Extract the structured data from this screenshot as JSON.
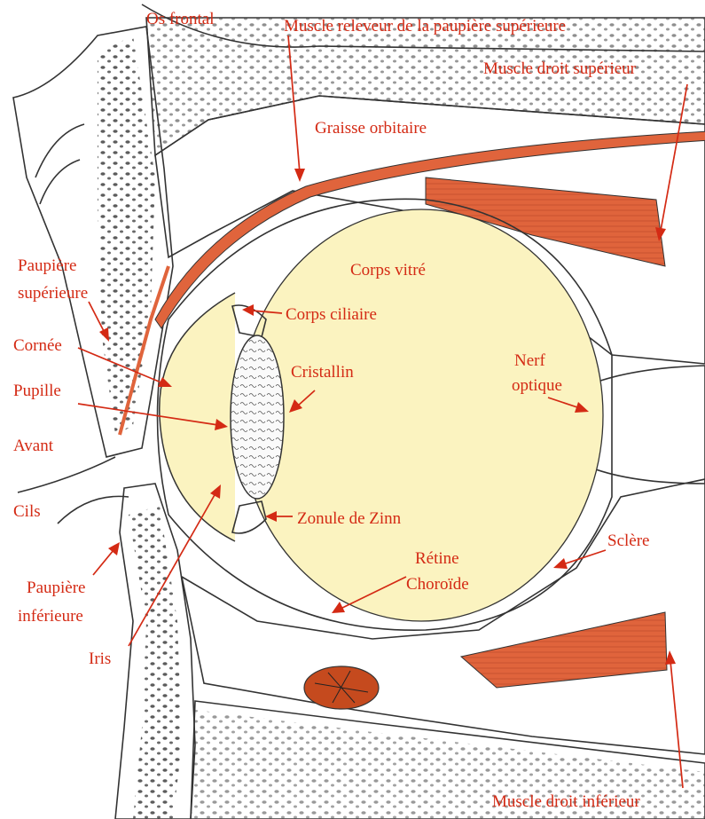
{
  "labels": {
    "os_frontal": "Os frontal",
    "muscle_releveur": "Muscle releveur de la paupière supérieure",
    "muscle_droit_superieur": "Muscle droit supérieur",
    "graisse_orbitaire": "Graisse orbitaire",
    "corps_vitre": "Corps vitré",
    "paupiere_superieure_1": "Paupière",
    "paupiere_superieure_2": "supérieure",
    "corps_ciliaire": "Corps ciliaire",
    "cornee": "Cornée",
    "cristallin": "Cristallin",
    "nerf_optique_1": "Nerf",
    "nerf_optique_2": "optique",
    "pupille": "Pupille",
    "avant": "Avant",
    "cils": "Cils",
    "zonule_de_zinn": "Zonule de Zinn",
    "sclere": "Sclère",
    "retine": "Rétine",
    "choroide": "Choroïde",
    "paupiere_inferieure_1": "Paupière",
    "paupiere_inferieure_2": "inférieure",
    "iris": "Iris",
    "muscle_droit_inferieur": "Muscle droit inférieur"
  },
  "colors": {
    "label": "#d42a14",
    "muscle": "#e0643c",
    "vitreous": "#fbf3c0",
    "sclera": "#f3c9a6",
    "tissue": "#ffffff",
    "outline": "#333333"
  }
}
